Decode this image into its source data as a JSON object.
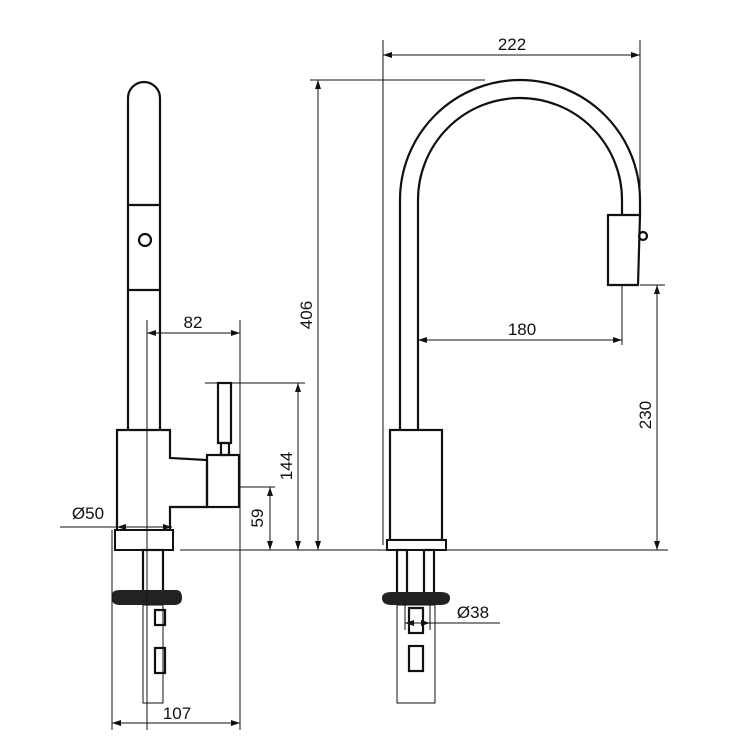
{
  "title": "Kitchen faucet technical drawing",
  "dimensions": {
    "width_spout": "222",
    "total_height": "406",
    "reach_side": "82",
    "reach_front": "180",
    "lever_height": "144",
    "spout_clearance": "230",
    "outlet_height": "59",
    "body_diameter": "Ø50",
    "shank_diameter": "Ø38",
    "depth": "107"
  }
}
